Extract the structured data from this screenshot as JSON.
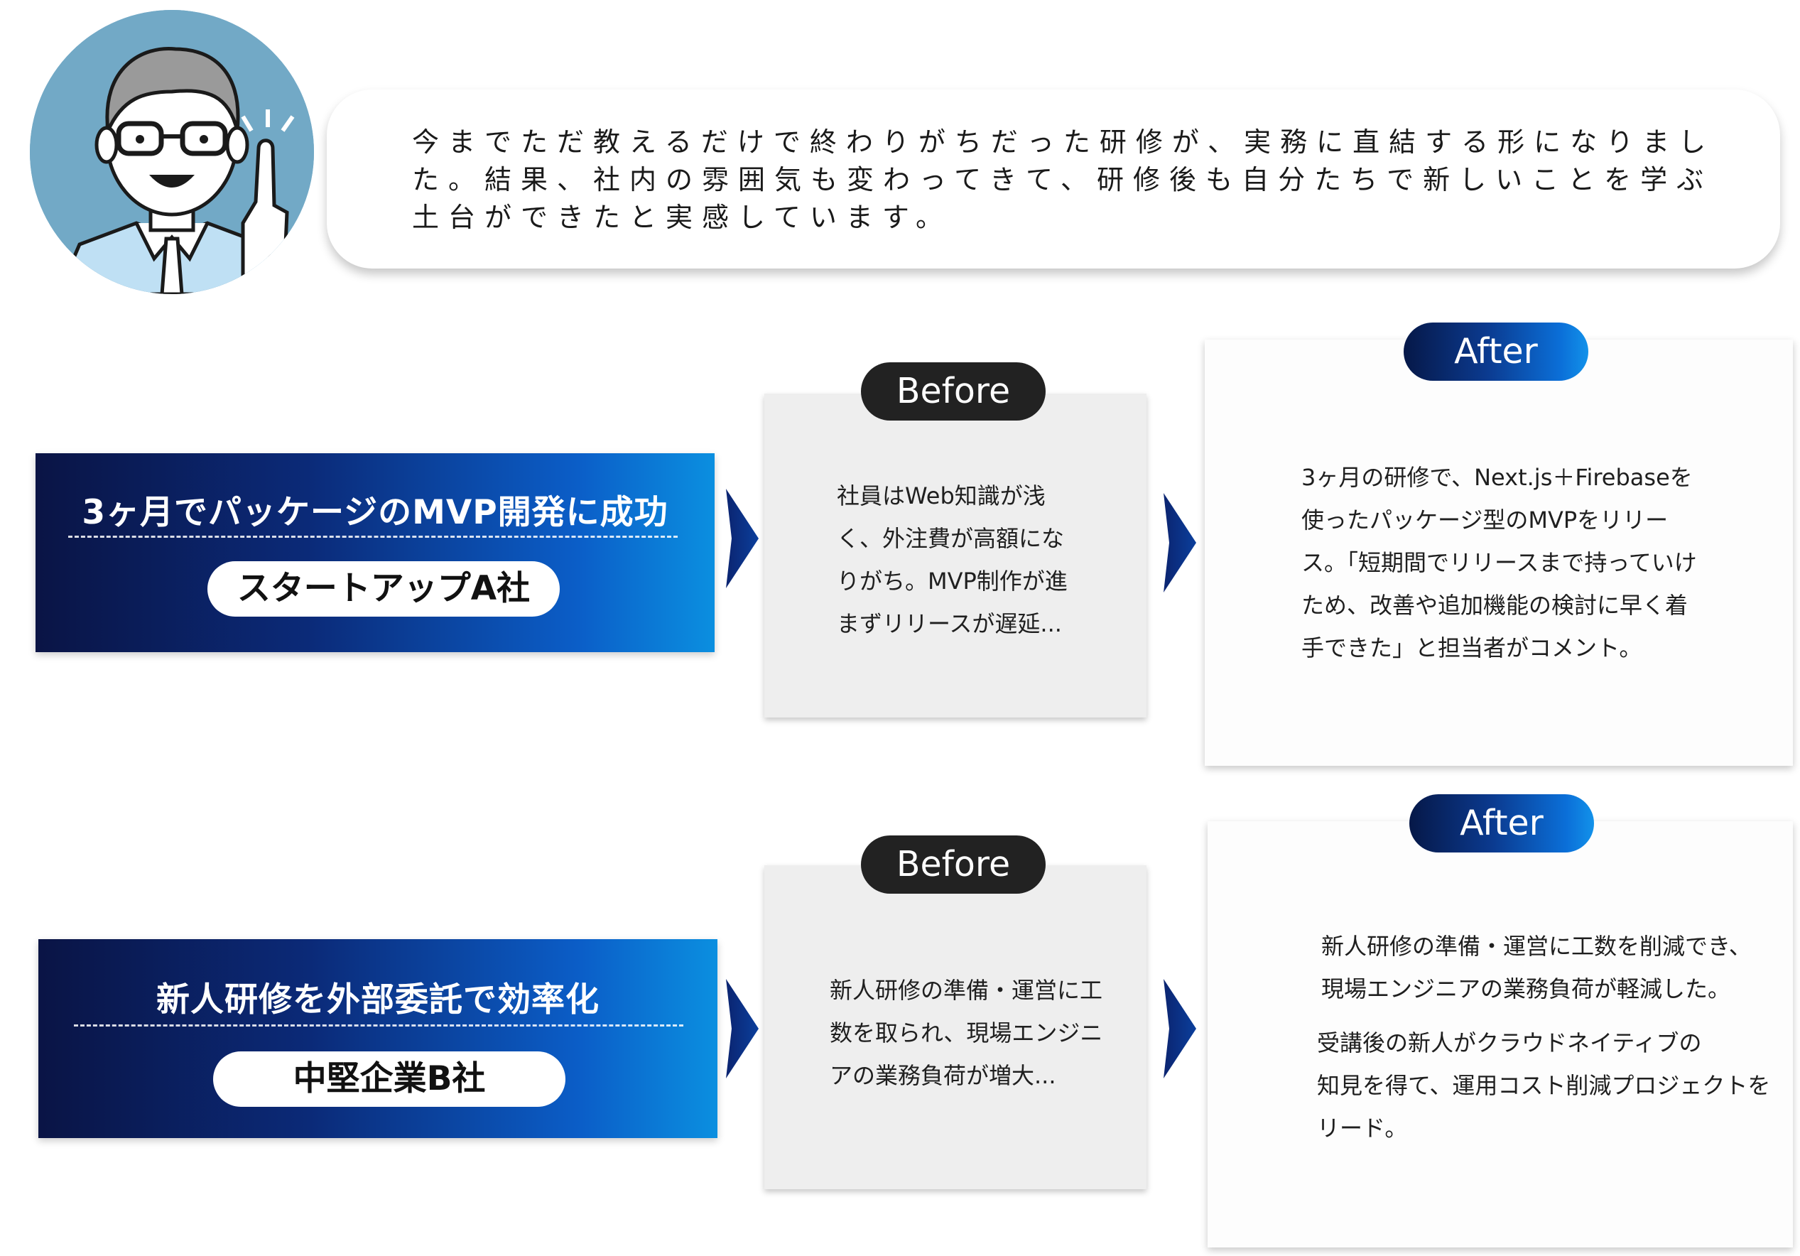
{
  "speech": {
    "text": "今までただ教えるだけで終わりがちだった研修が、実務に直結する形になりました。結果、社内の雰囲気も変わってきて、研修後も自分たちで新しいことを学ぶ土台ができたと実感しています。",
    "icon": "man-with-glasses-pointing-up"
  },
  "labels": {
    "before": "Before",
    "after": "After"
  },
  "cases": [
    {
      "title": "3ヶ月でパッケージのMVP開発に成功",
      "company": "スタートアップA社",
      "before": "社員はWeb知識が浅\nく、外注費が高額にな\nりがち。MVP制作が進\nまずリリースが遅延...",
      "after": "3ヶ月の研修で、Next.js＋Firebaseを\n使ったパッケージ型のMVPをリリー\nス。「短期間でリリースまで持っていけ\nため、改善や追加機能の検討に早く着\n手できた」と担当者がコメント。"
    },
    {
      "title": "新人研修を外部委託で効率化",
      "company": "中堅企業B社",
      "before": "新人研修の準備・運営に工\n数を取られ、現場エンジニ\nアの業務負荷が増大...",
      "after_1": "新人研修の準備・運営に工数を削減でき、\n現場エンジニアの業務負荷が軽減した。",
      "after_2": "受講後の新人がクラウドネイティブの\n知見を得て、運用コスト削減プロジェクトを\nリード。"
    }
  ],
  "colors": {
    "banner_dark": "#0a1445",
    "banner_light": "#0b8fe0",
    "before_label": "#222222",
    "before_card": "#eeeeee",
    "avatar_bg": "#72a9c6"
  }
}
